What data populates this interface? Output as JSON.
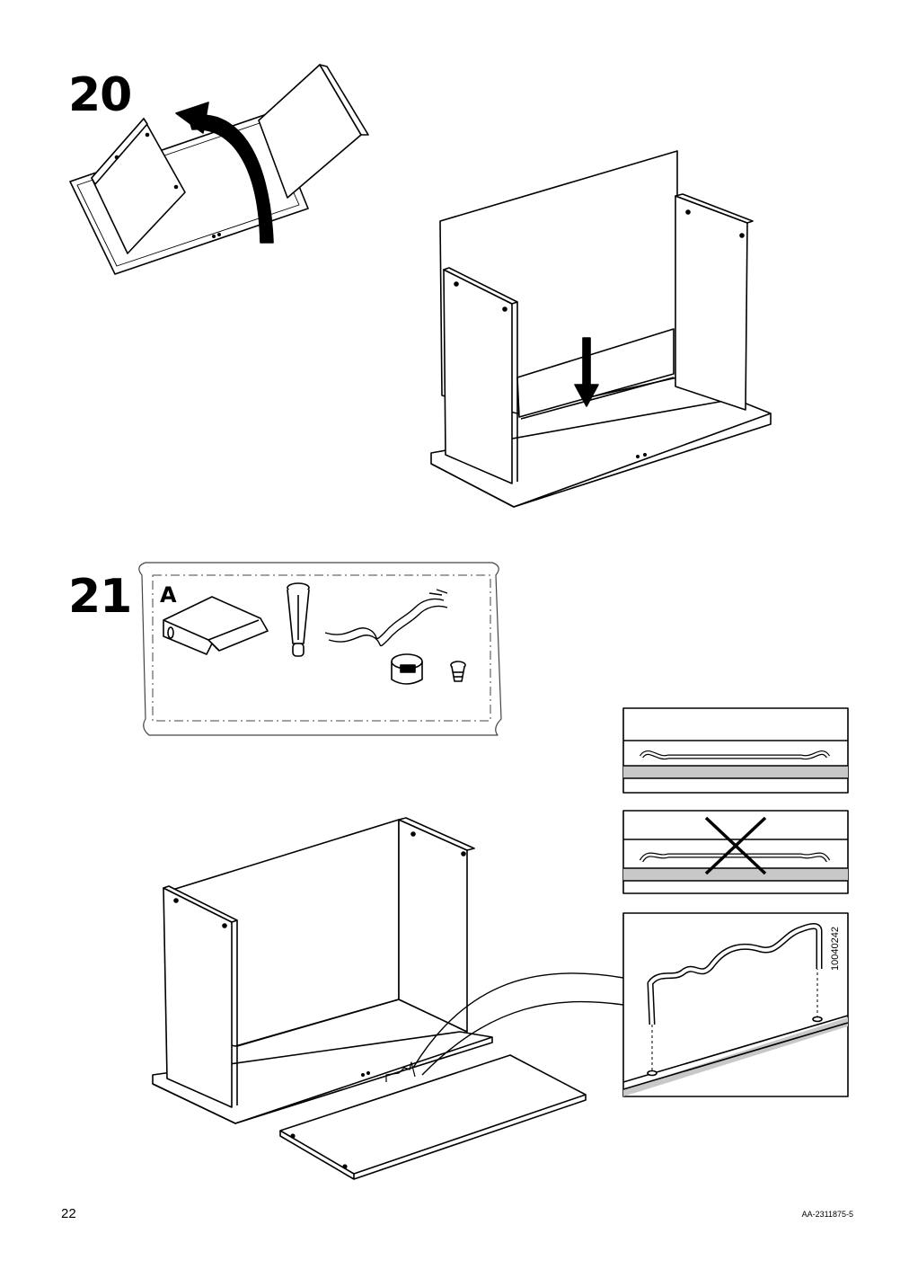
{
  "steps": [
    {
      "number": "20"
    },
    {
      "number": "21",
      "parts_bag_label": "A"
    }
  ],
  "detail_panels": {
    "article_number": "10040242"
  },
  "footer": {
    "page_number": "22",
    "document_code": "AA-2311875-5"
  },
  "colors": {
    "line": "#000000",
    "fill": "#ffffff",
    "shade": "#c8c8c8",
    "bag_border": "#555555"
  }
}
